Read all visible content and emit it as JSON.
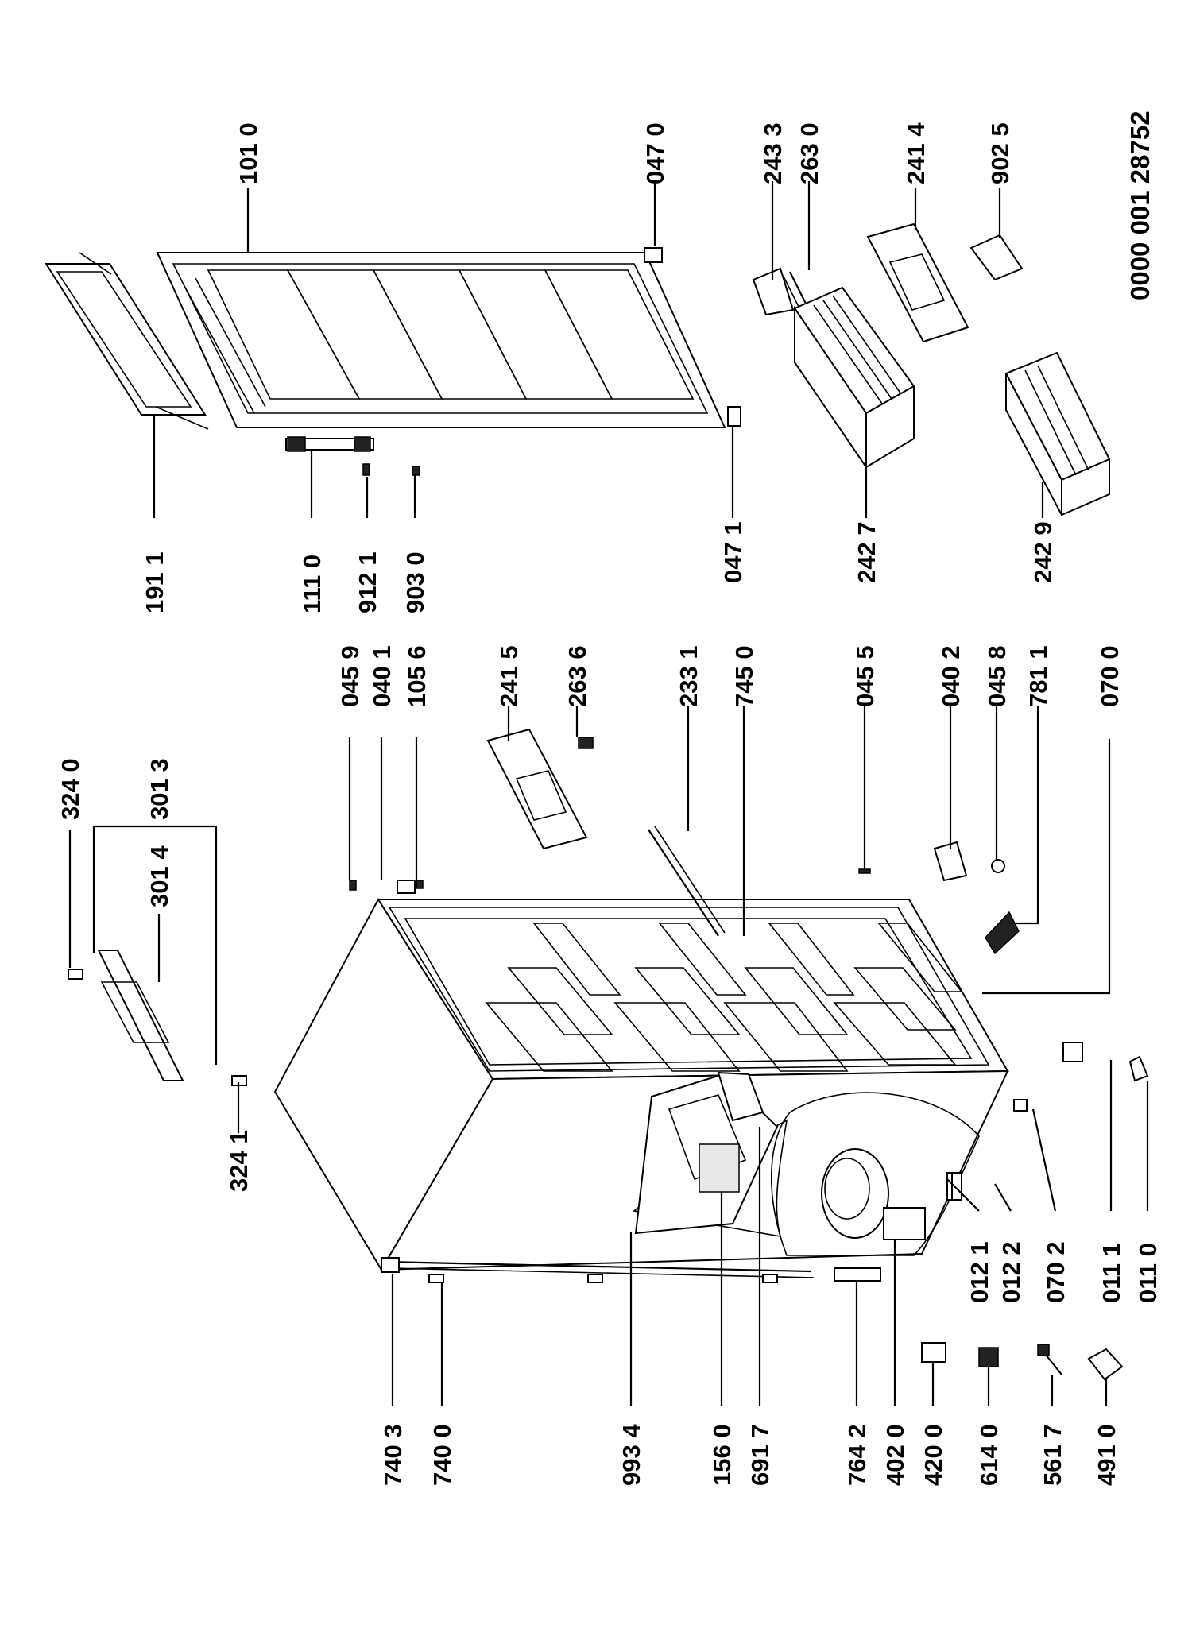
{
  "document_number": "0000 001 28752",
  "part_numbers": [
    "101 0",
    "191 1",
    "111 0",
    "912 1",
    "903 0",
    "047 0",
    "047 1",
    "243 3",
    "263 0",
    "241 4",
    "902 5",
    "242 7",
    "242 9",
    "324 0",
    "301 3",
    "301 4",
    "324 1",
    "045 9",
    "040 1",
    "105 6",
    "241 5",
    "263 6",
    "233 1",
    "745 0",
    "045 5",
    "040 2",
    "045 8",
    "781 1",
    "070 0",
    "740 3",
    "740 0",
    "993 4",
    "156 0",
    "691 7",
    "764 2",
    "402 0",
    "420 0",
    "614 0",
    "561 7",
    "491 0",
    "012 1",
    "012 2",
    "070 2",
    "011 1",
    "011 0"
  ]
}
